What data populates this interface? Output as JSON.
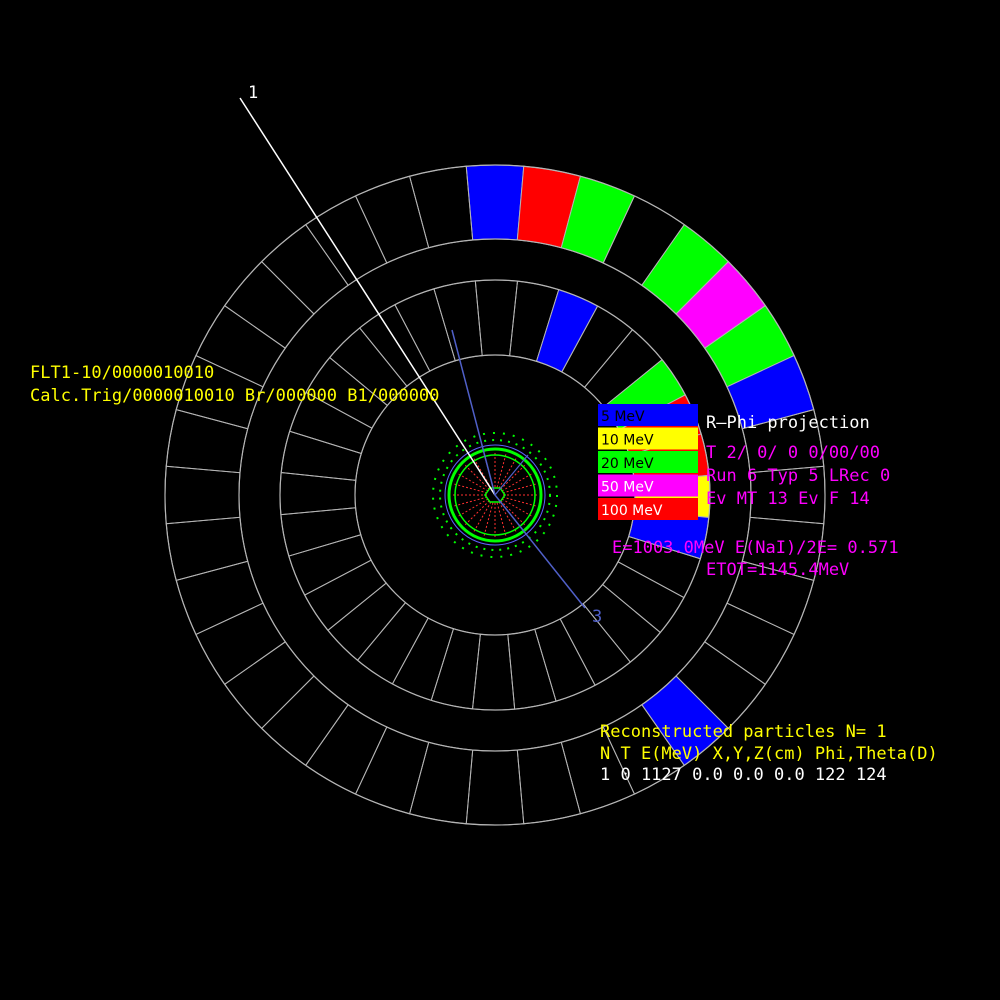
{
  "track_labels": {
    "track1": "1",
    "track3": "3"
  },
  "trigger": {
    "flt_line": "FLT1-10/0000010010",
    "calc_line": "Calc.Trig/0000010010 Br/000000 B1/000000"
  },
  "legend": [
    {
      "label": "5 MeV",
      "color": "#0000ff",
      "text_color": "#000000"
    },
    {
      "label": "10 MeV",
      "color": "#ffff00",
      "text_color": "#000000"
    },
    {
      "label": "20 MeV",
      "color": "#00ff00",
      "text_color": "#000000"
    },
    {
      "label": "50 MeV",
      "color": "#ff00ff",
      "text_color": "#ffffff"
    },
    {
      "label": "100 MeV",
      "color": "#ff0000",
      "text_color": "#ffffff"
    }
  ],
  "info": {
    "projection": "R—Phi projection",
    "time_line": "T  2/ 0/ 0  0/00/00",
    "run_line": "Run  6  Typ  5  LRec   0",
    "ev_line": "Ev MT     13  Ev F   14",
    "energy_line": "E=1003.0MeV  E(NaI)/2E= 0.571",
    "etot_line": "ETOT=1145.4MeV"
  },
  "reco": {
    "title": "Reconstructed particles N= 1",
    "header": "N T E(MeV) X,Y,Z(cm) Phi,Theta(D)",
    "row": "1 0 1127   0.0   0.0   0.0 122 124"
  },
  "calorimeter": {
    "outer_segments": 36,
    "inner_segments": 32,
    "outer_hits": [
      {
        "index": 0,
        "energy_color": "blue"
      },
      {
        "index": 1,
        "energy_color": "red"
      },
      {
        "index": 2,
        "energy_color": "green"
      },
      {
        "index": 4,
        "energy_color": "green"
      },
      {
        "index": 5,
        "energy_color": "magenta"
      },
      {
        "index": 6,
        "energy_color": "green"
      },
      {
        "index": 7,
        "energy_color": "blue"
      },
      {
        "index": 14,
        "energy_color": "blue"
      }
    ],
    "inner_hits": [
      {
        "index": 1,
        "energy_color": "blue"
      },
      {
        "index": 4,
        "energy_color": "green"
      },
      {
        "index": 5,
        "energy_color": "red"
      },
      {
        "index": 6,
        "energy_color": "red"
      },
      {
        "index": 7,
        "energy_color": "yellow"
      },
      {
        "index": 8,
        "energy_color": "blue"
      }
    ]
  },
  "colors": {
    "grid": "#b4b4b4",
    "yellow_text": "#ffff00",
    "magenta_text": "#ff00ff",
    "white_text": "#ffffff",
    "track_white": "#ffffff",
    "track_blue": "#5060c8",
    "blue": "#0000ff",
    "red": "#ff0000",
    "green": "#00ff00",
    "magenta": "#ff00ff",
    "yellow": "#ffff00"
  }
}
